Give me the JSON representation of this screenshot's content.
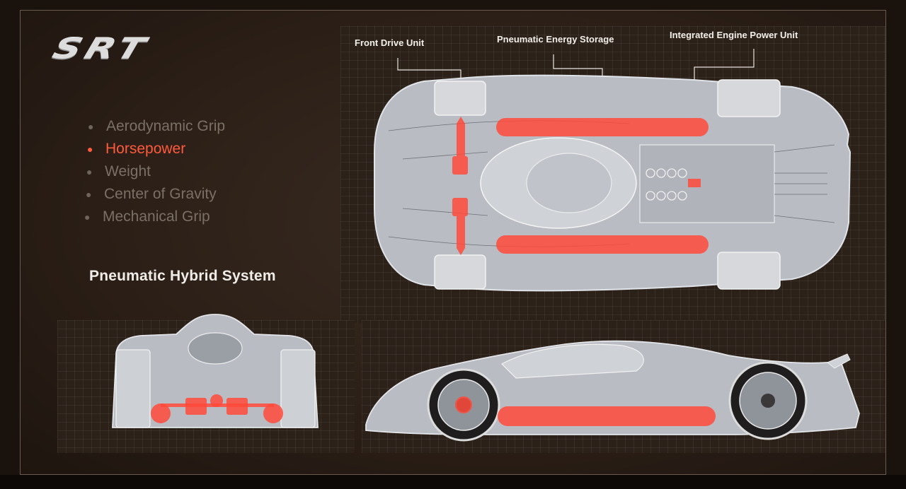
{
  "logo": {
    "text": "SRT"
  },
  "bullets": [
    {
      "label": "Aerodynamic Grip",
      "active": false
    },
    {
      "label": "Horsepower",
      "active": true
    },
    {
      "label": "Weight",
      "active": false
    },
    {
      "label": "Center of Gravity",
      "active": false
    },
    {
      "label": "Mechanical Grip",
      "active": false
    }
  ],
  "subtitle": "Pneumatic Hybrid System",
  "callouts": {
    "front_drive": "Front Drive Unit",
    "energy_storage": "Pneumatic Energy Storage",
    "engine_unit": "Integrated Engine Power Unit"
  },
  "colors": {
    "highlight": "#ff5a3c",
    "body_line": "#c9ced6",
    "text_dim": "#7a7066"
  }
}
